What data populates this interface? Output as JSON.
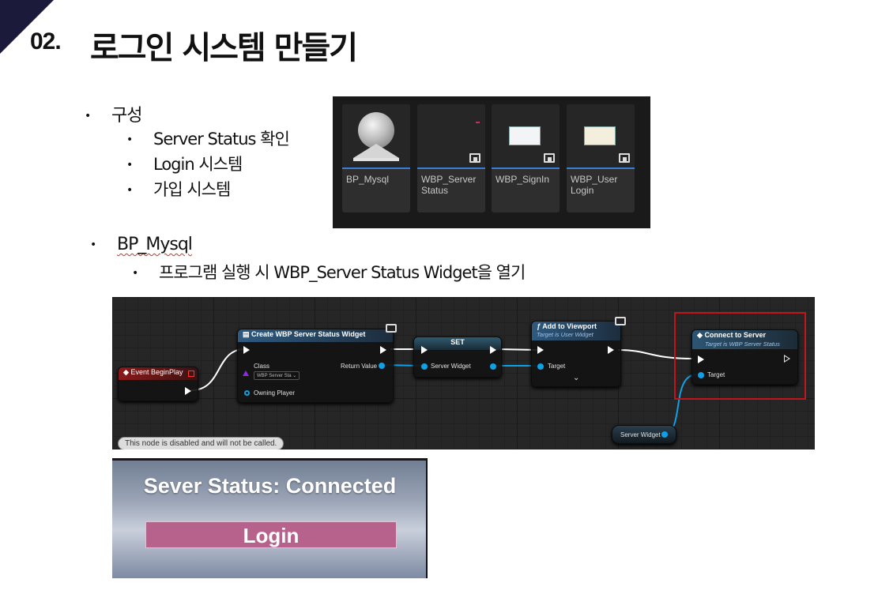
{
  "slide": {
    "number": "02.",
    "title": "로그인 시스템 만들기"
  },
  "outline": {
    "heading": "구성",
    "items": [
      "Server Status 확인",
      "Login 시스템",
      "가입 시스템"
    ],
    "bp_heading": "BP_Mysql",
    "bp_desc": "프로그램 실행 시 WBP_Server Status Widget을 열기"
  },
  "asset_browser": {
    "assets": [
      {
        "name": "BP_Mysql",
        "kind": "blueprint"
      },
      {
        "name": "WBP_Server Status",
        "kind": "widget"
      },
      {
        "name": "WBP_SignIn",
        "kind": "widget"
      },
      {
        "name": "WBP_User Login",
        "kind": "widget"
      }
    ]
  },
  "blueprint": {
    "event_node": "Event BeginPlay",
    "create_node": {
      "title": "Create WBP Server Status Widget",
      "class_label": "Class",
      "class_value": "WBP Server Sta",
      "return_label": "Return Value",
      "owning_label": "Owning Player"
    },
    "set_node": {
      "title": "SET",
      "pin_label": "Server Widget"
    },
    "viewport_node": {
      "title": "Add to Viewport",
      "subtitle": "Target is User Widget",
      "pin_label": "Target"
    },
    "connect_node": {
      "title": "Connect to Server",
      "subtitle": "Target is WBP Server Status",
      "pin_label": "Target"
    },
    "getter_node": "Server Widget",
    "disabled_note": "This node is disabled and will not be called.",
    "colors": {
      "exec": "#ffffff",
      "object_pin": "#0fa0e6",
      "highlight": "#c0161b",
      "event_head": "#8b1a1a",
      "function_head": "#2f5a80"
    }
  },
  "widget_preview": {
    "status_text": "Sever Status: Connected",
    "button_label": "Login",
    "button_color": "#b6628d"
  }
}
